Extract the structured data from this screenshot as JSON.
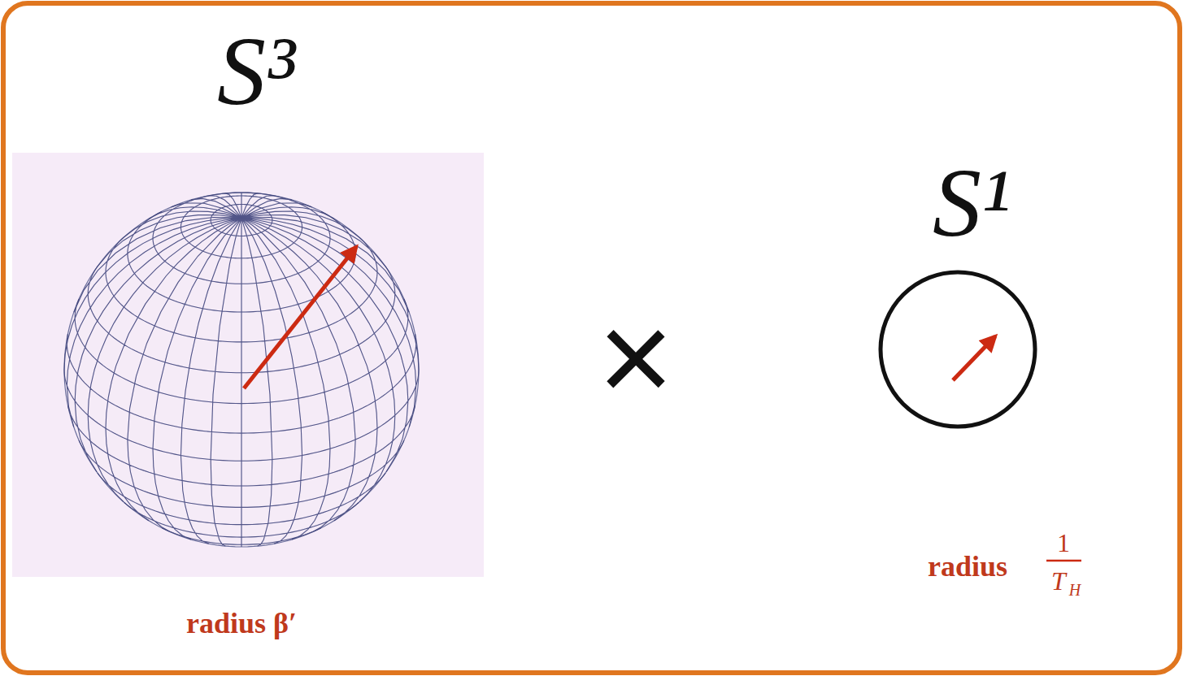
{
  "diagram": {
    "labels": [
      "S³",
      "radius β′",
      "×",
      "S¹",
      "radius",
      "1",
      "T",
      "H"
    ]
  }
}
